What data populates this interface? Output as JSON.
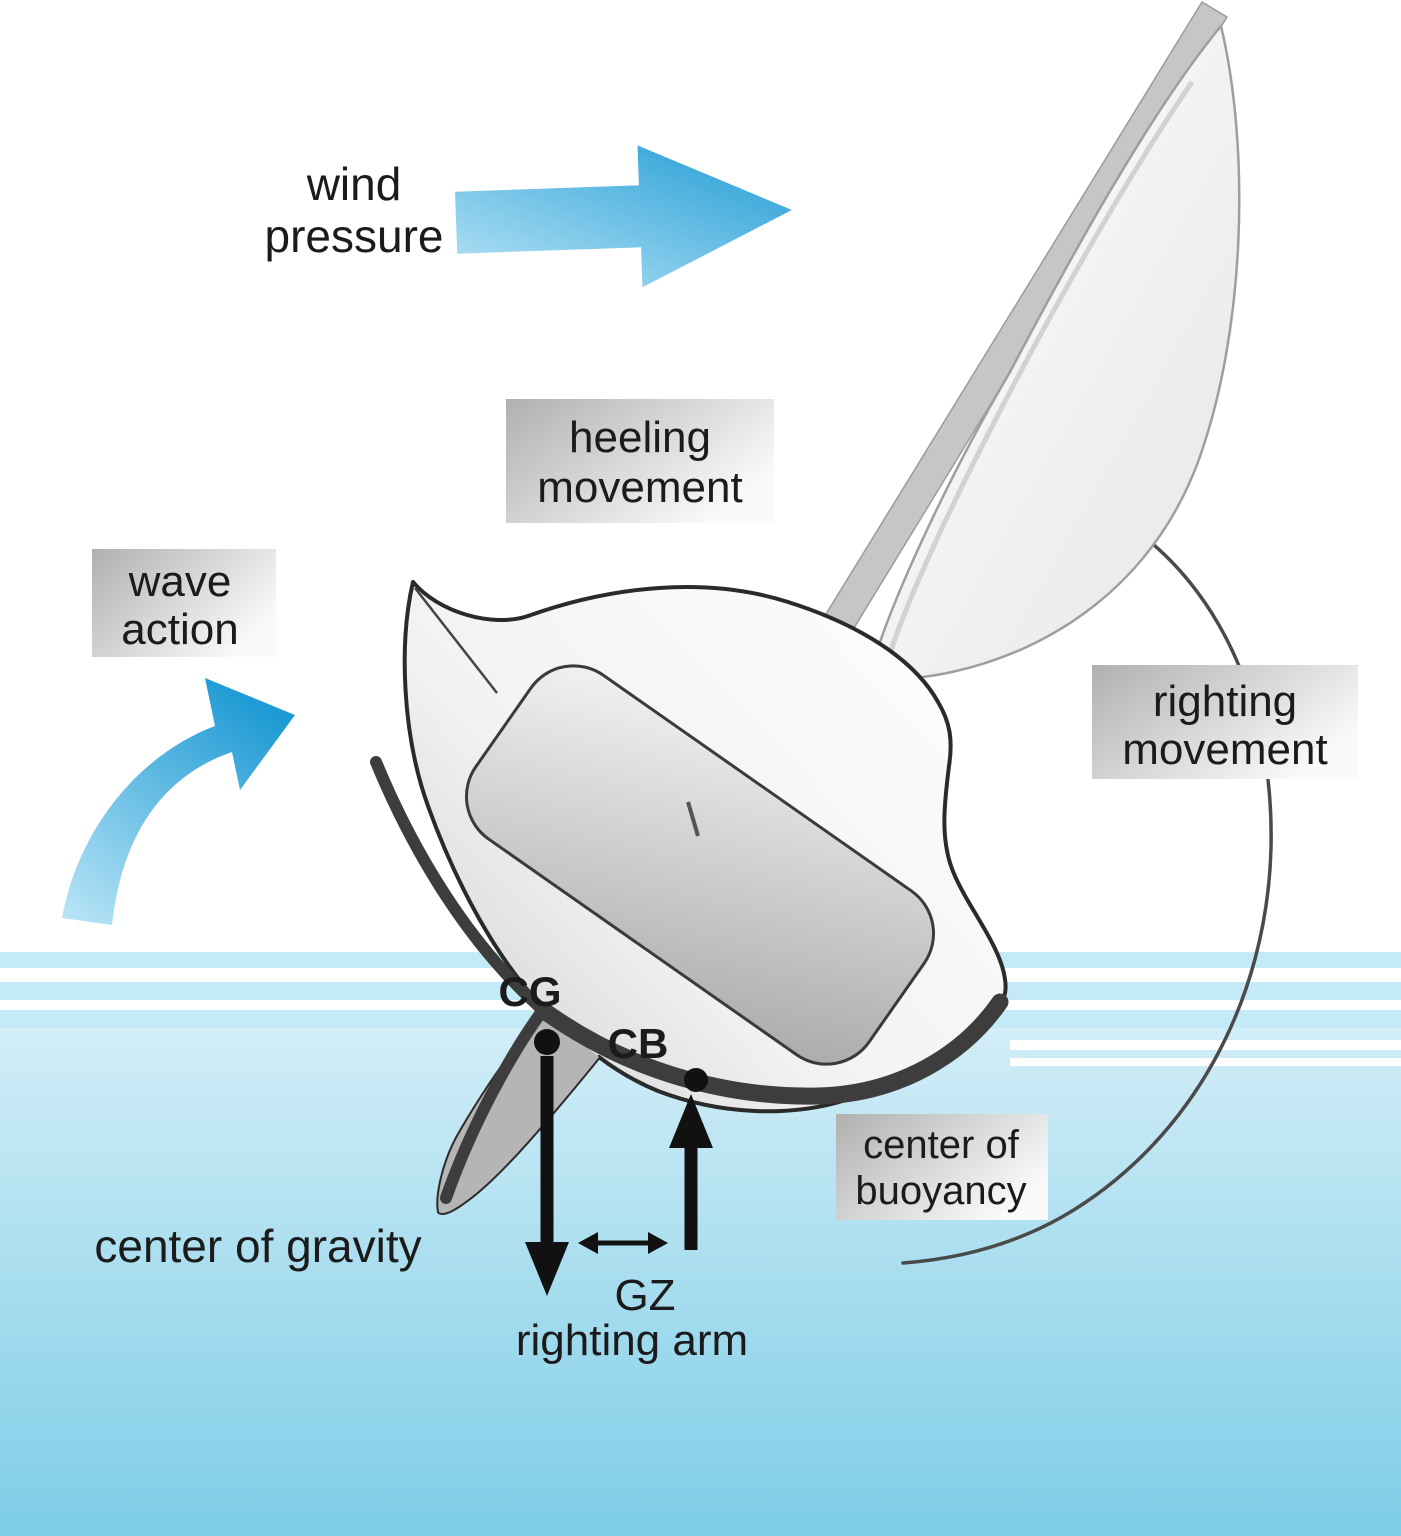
{
  "labels": {
    "wind_pressure_line1": "wind",
    "wind_pressure_line2": "pressure",
    "heeling_line1": "heeling",
    "heeling_line2": "movement",
    "wave_line1": "wave",
    "wave_line2": "action",
    "righting_line1": "righting",
    "righting_line2": "movement",
    "buoyancy_line1": "center of",
    "buoyancy_line2": "buoyancy",
    "center_of_gravity": "center of gravity",
    "cg_point": "CG",
    "cb_point": "CB",
    "gz": "GZ",
    "righting_arm": "righting arm"
  },
  "colors": {
    "arrow_blue_light": "#bce6f7",
    "arrow_blue_dark": "#1e9ad4",
    "water_surface": "#dff2fa",
    "water_deep": "#7dcde6",
    "stripe_blue": "#c3eaf6",
    "label_box_dark": "#b0b0b0",
    "label_box_light": "#fafafa",
    "dark_stripe": "#3d3d3d",
    "text": "#1b1b1b"
  }
}
